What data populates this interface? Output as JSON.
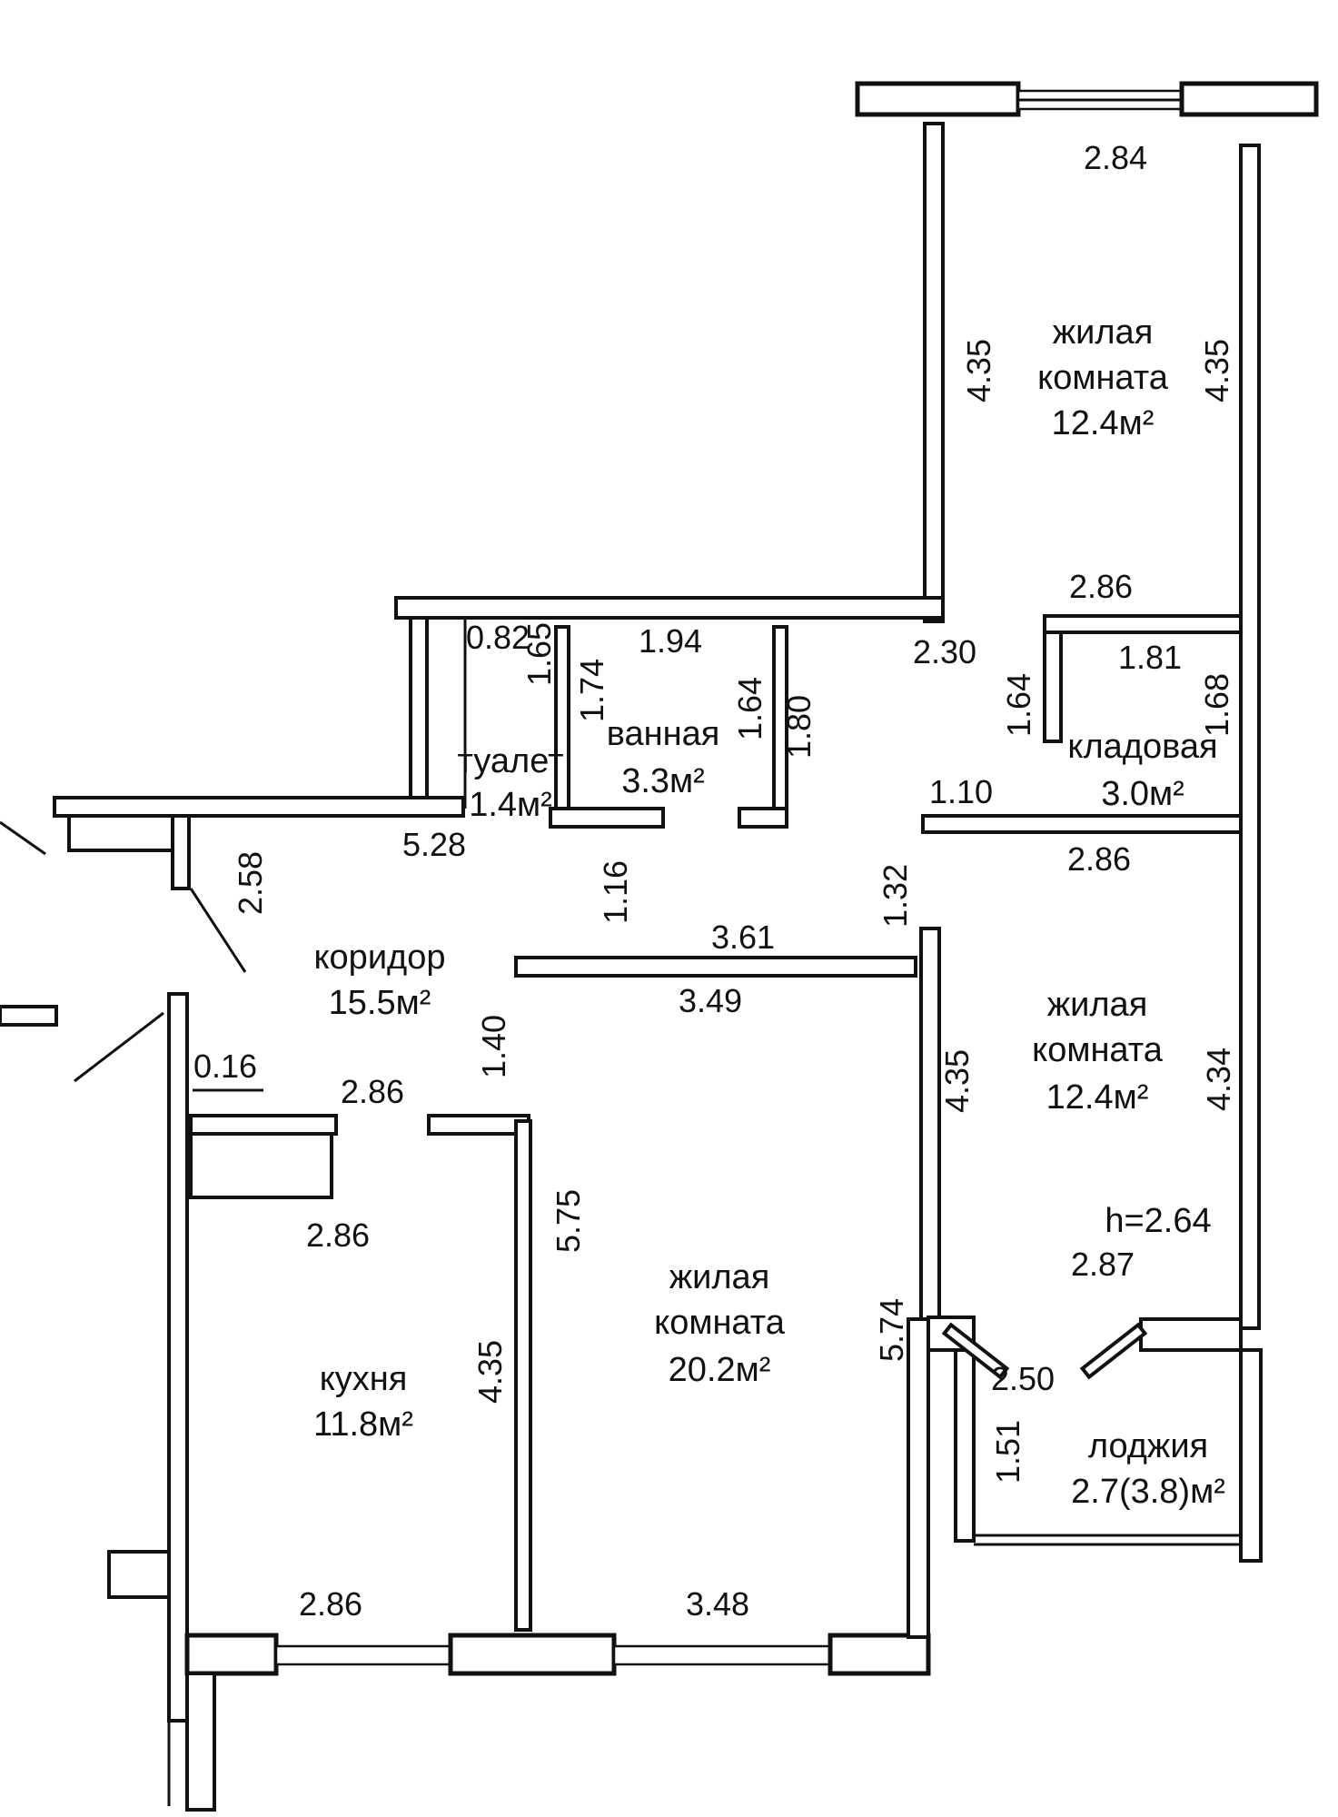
{
  "rooms": {
    "living_top": {
      "name_line1": "жилая",
      "name_line2": "комната",
      "area": "12.4м²"
    },
    "storage": {
      "name": "кладовая",
      "area": "3.0м²"
    },
    "bathroom": {
      "name": "ванная",
      "area": "3.3м²"
    },
    "toilet": {
      "name": "туалет",
      "area": "1.4м²"
    },
    "corridor": {
      "name": "коридор",
      "area": "15.5м²"
    },
    "living_right": {
      "name_line1": "жилая",
      "name_line2": "комната",
      "area": "12.4м²"
    },
    "living_big": {
      "name_line1": "жилая",
      "name_line2": "комната",
      "area": "20.2м²"
    },
    "kitchen": {
      "name": "кухня",
      "area": "11.8м²"
    },
    "loggia": {
      "name": "лоджия",
      "area": "2.7(3.8)м²"
    }
  },
  "ceiling_height": "h=2.64",
  "dims": {
    "top_width": "2.84",
    "top_left_h": "4.35",
    "top_right_h": "4.35",
    "storage_top": "2.86",
    "storage_inner": "1.81",
    "storage_left": "1.64",
    "storage_right": "1.68",
    "storage_bottom_a": "1.10",
    "storage_bottom_b": "2.86",
    "hall_2_30": "2.30",
    "toilet_w": "0.82",
    "toilet_h": "1.65",
    "bath_left_h": "1.74",
    "bath_w": "1.94",
    "bath_h1": "1.64",
    "bath_h2": "1.80",
    "corr_5_28": "5.28",
    "corr_2_58": "2.58",
    "corr_1_16": "1.16",
    "corr_1_32": "1.32",
    "corr_3_61": "3.61",
    "corr_3_49": "3.49",
    "corr_1_40": "1.40",
    "kit_0_16": "0.16",
    "kit_top": "2.86",
    "kit_mid": "2.86",
    "kit_bottom": "2.86",
    "kit_h": "4.35",
    "big_h_left": "5.75",
    "big_h_right": "5.74",
    "big_bottom": "3.48",
    "right_room_h_left": "4.35",
    "right_room_h_right": "4.34",
    "right_room_bottom": "2.87",
    "loggia_w": "2.50",
    "loggia_h": "1.51"
  }
}
